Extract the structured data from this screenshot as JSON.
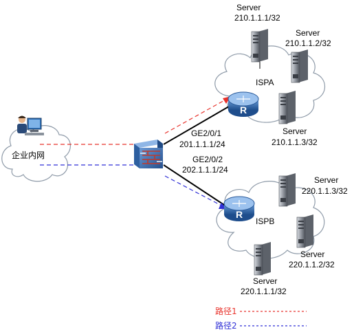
{
  "labels": {
    "ispa": "ISPA",
    "ispb": "ISPB",
    "enterprise": "企业内网",
    "ge1_name": "GE2/0/1",
    "ge1_ip": "201.1.1.1/24",
    "ge2_name": "GE2/0/2",
    "ge2_ip": "202.1.1.1/24",
    "router_mark": "R"
  },
  "servers": {
    "a1": {
      "name": "Server",
      "ip": "210.1.1.1/32"
    },
    "a2": {
      "name": "Server",
      "ip": "210.1.1.2/32"
    },
    "a3": {
      "name": "Server",
      "ip": "210.1.1.3/32"
    },
    "b3": {
      "name": "Server",
      "ip": "220.1.1.3/32"
    },
    "b2": {
      "name": "Server",
      "ip": "220.1.1.2/32"
    },
    "b1": {
      "name": "Server",
      "ip": "220.1.1.1/32"
    }
  },
  "legend": {
    "path1": {
      "label": "路径1",
      "color": "#e8322b"
    },
    "path2": {
      "label": "路径2",
      "color": "#2f2fd6"
    }
  },
  "colors": {
    "cloud_fill": "#ffffff",
    "cloud_stroke": "#8e9aa8",
    "router": "#2a62a8",
    "firewall": "#3b6fb5",
    "server": "#6a6f76"
  }
}
